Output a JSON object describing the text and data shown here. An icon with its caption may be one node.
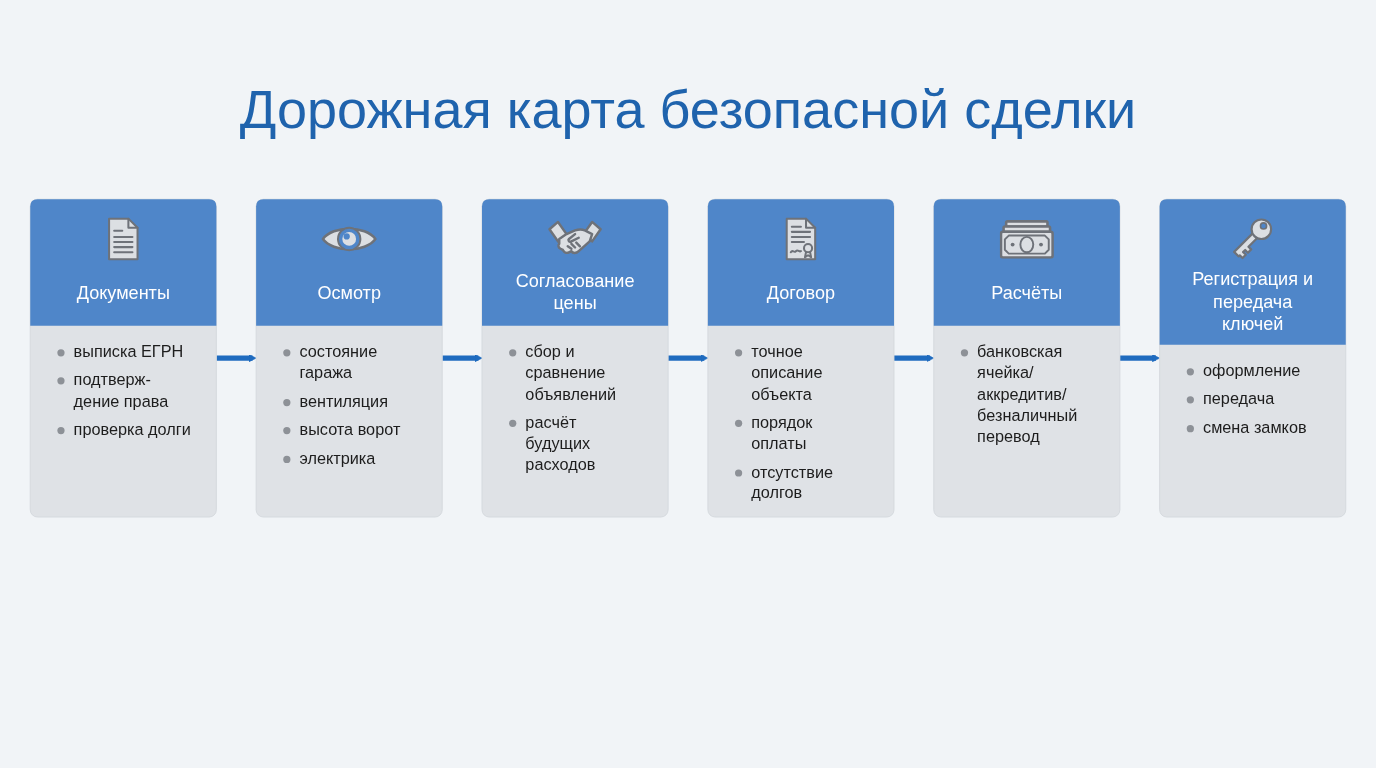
{
  "diagram": {
    "title": "Дорожная карта безопасной сделки",
    "nodes": [
      {
        "text": [
          "Документы",
          "выписка ЕГРН",
          "подтверж-дение права",
          "проверка долги"
        ]
      },
      {
        "text": [
          "Осмотр",
          "состояние гаража",
          "вентиляция",
          "высота ворот",
          "электрика"
        ]
      },
      {
        "text": [
          "Согласование цены",
          "сбор и сравнение объявлений",
          "расчёт будущих расходов"
        ]
      },
      {
        "text": [
          "Договор",
          "точное описание объекта",
          "порядок оплаты",
          "отсутствие долгов"
        ]
      },
      {
        "text": [
          "Расчёты",
          "банковская ячейка/ аккредитив/ безналичный перевод"
        ]
      },
      {
        "text": [
          "Регистрация и передача ключей",
          "оформление",
          "передача",
          "смена замков"
        ]
      }
    ],
    "edges": [
      {
        "from": 0,
        "to": 1,
        "arrow": "to"
      },
      {
        "from": 1,
        "to": 2,
        "arrow": "to"
      },
      {
        "from": 2,
        "to": 3,
        "arrow": "to"
      },
      {
        "from": 3,
        "to": 4,
        "arrow": "to"
      },
      {
        "from": 4,
        "to": 5,
        "arrow": "to"
      }
    ]
  }
}
